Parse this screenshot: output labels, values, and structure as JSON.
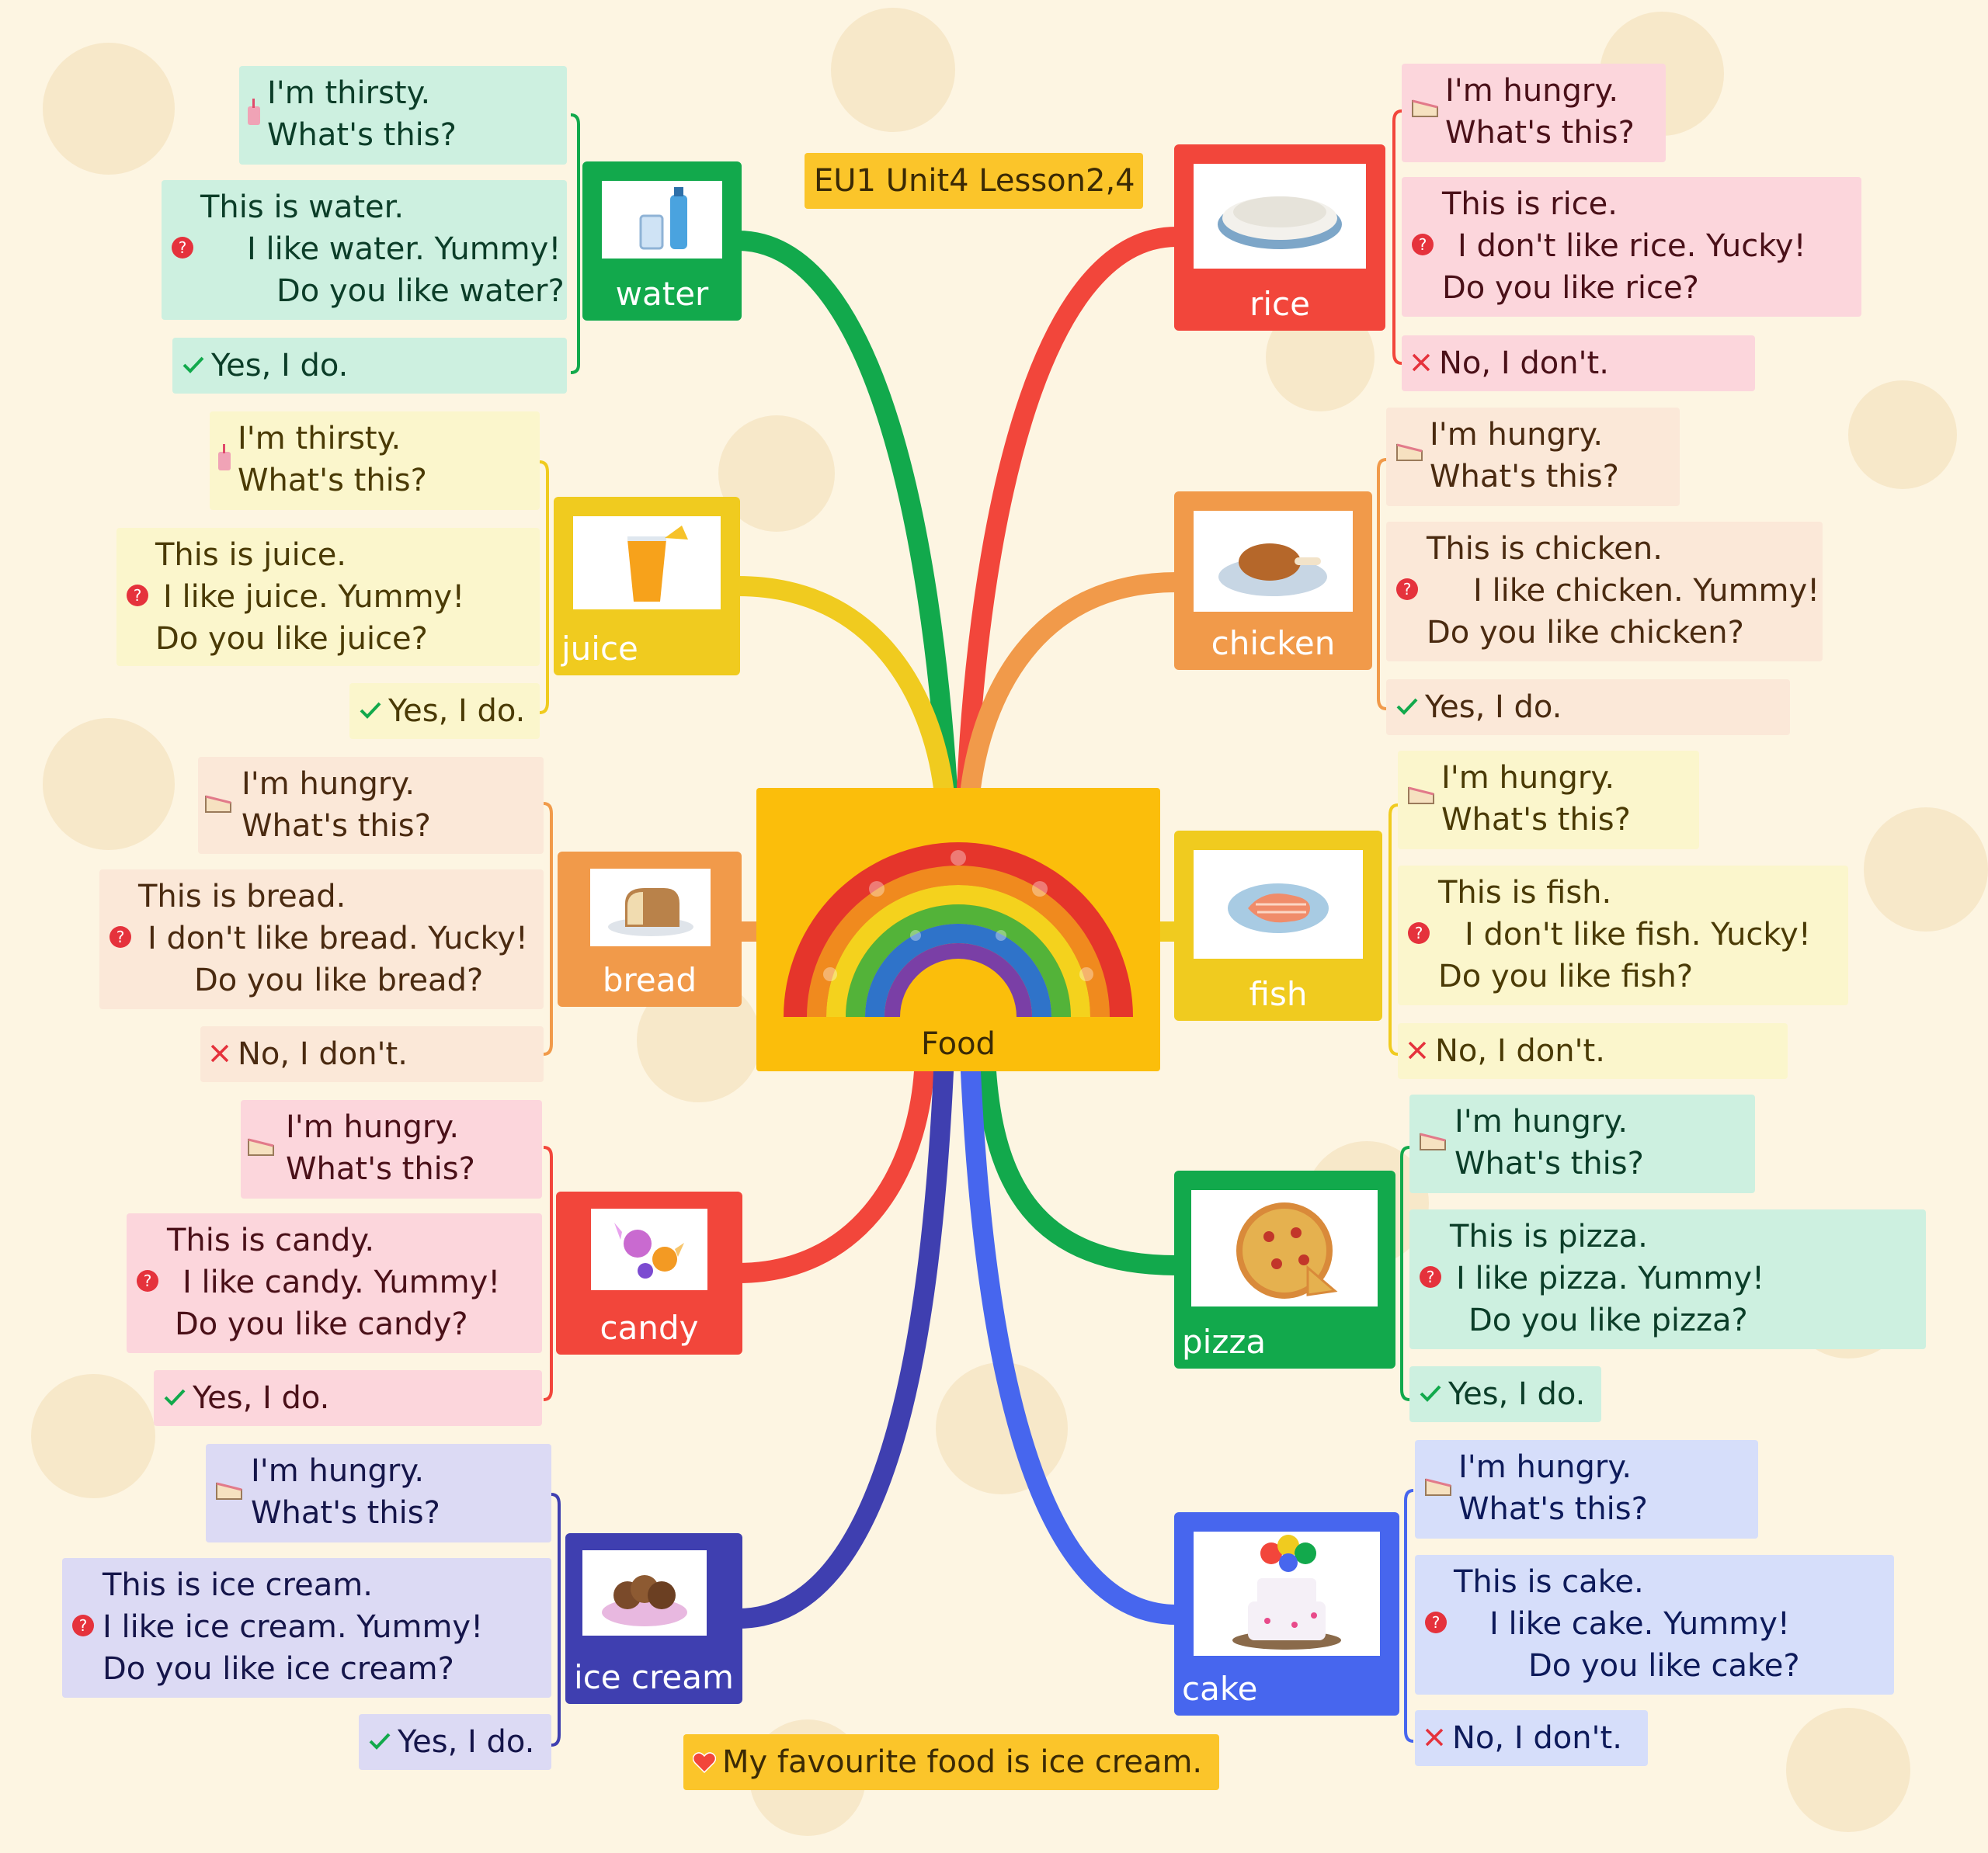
{
  "title": "EU1 Unit4 Lesson2,4",
  "center": {
    "label": "Food"
  },
  "footer": "My favourite food is ice cream.",
  "icons": {
    "drink": "drink-cup-icon",
    "food": "cake-slice-icon",
    "question": "question-mark-icon",
    "yes": "check-mark-icon",
    "no": "cross-mark-icon",
    "favourite": "heart-icon"
  },
  "colors": {
    "green": "#12a94c",
    "yellow": "#f0cb1f",
    "orange": "#f19a4a",
    "red": "#f2463b",
    "indigo": "#3f3fb0",
    "blue": "#4766ee",
    "gold": "#fbbe0b"
  },
  "topics": {
    "water": {
      "label": "water",
      "need": [
        "I'm thirsty.",
        "What's this?"
      ],
      "statement": [
        "This is water.",
        "I like water. Yummy!",
        "Do you like water?"
      ],
      "answer": "Yes, I do."
    },
    "juice": {
      "label": "juice",
      "need": [
        "I'm thirsty.",
        "What's this?"
      ],
      "statement": [
        "This is juice.",
        "I like juice. Yummy!",
        "Do you like juice?"
      ],
      "answer": "Yes, I do."
    },
    "bread": {
      "label": "bread",
      "need": [
        "I'm hungry.",
        "What's this?"
      ],
      "statement": [
        "This is bread.",
        "I don't like bread. Yucky!",
        "Do you like bread?"
      ],
      "answer": "No, I don't."
    },
    "candy": {
      "label": "candy",
      "need": [
        "I'm hungry.",
        "What's this?"
      ],
      "statement": [
        "This is candy.",
        "I like candy. Yummy!",
        "Do you like candy?"
      ],
      "answer": "Yes, I do."
    },
    "icecream": {
      "label": "ice cream",
      "need": [
        "I'm hungry.",
        "What's this?"
      ],
      "statement": [
        "This is ice cream.",
        "I like ice cream. Yummy!",
        "Do you like ice cream?"
      ],
      "answer": "Yes, I do."
    },
    "rice": {
      "label": "rice",
      "need": [
        "I'm hungry.",
        "What's this?"
      ],
      "statement": [
        "This is rice.",
        "I don't like rice. Yucky!",
        "Do you like rice?"
      ],
      "answer": "No, I don't."
    },
    "chicken": {
      "label": "chicken",
      "need": [
        "I'm hungry.",
        "What's this?"
      ],
      "statement": [
        "This is chicken.",
        "I like chicken. Yummy!",
        "Do you like chicken?"
      ],
      "answer": "Yes, I do."
    },
    "fish": {
      "label": "fish",
      "need": [
        "I'm hungry.",
        "What's this?"
      ],
      "statement": [
        "This is fish.",
        "I don't like fish. Yucky!",
        "Do you like fish?"
      ],
      "answer": "No, I don't."
    },
    "pizza": {
      "label": "pizza",
      "need": [
        "I'm hungry.",
        "What's this?"
      ],
      "statement": [
        "This is pizza.",
        "I like pizza. Yummy!",
        "Do you like pizza?"
      ],
      "answer": "Yes, I do."
    },
    "cake": {
      "label": "cake",
      "need": [
        "I'm hungry.",
        "What's this?"
      ],
      "statement": [
        "This is cake.",
        "I like cake. Yummy!",
        "Do you like cake?"
      ],
      "answer": "No, I don't."
    }
  }
}
